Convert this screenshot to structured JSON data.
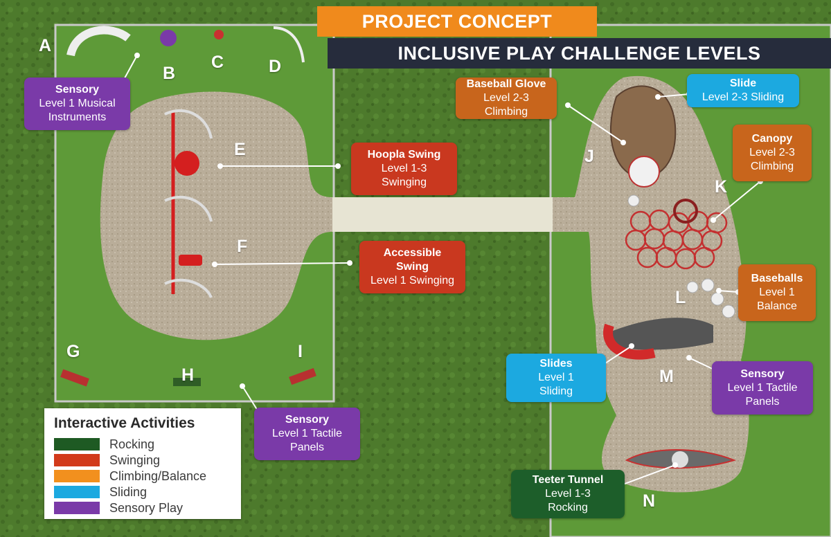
{
  "header": {
    "concept": "PROJECT CONCEPT",
    "title": "INCLUSIVE PLAY CHALLENGE LEVELS"
  },
  "letters": [
    "A",
    "B",
    "C",
    "D",
    "E",
    "F",
    "G",
    "H",
    "I",
    "J",
    "K",
    "L",
    "M",
    "N"
  ],
  "callouts": {
    "sensory_musical": {
      "title": "Sensory",
      "lines": [
        "Level 1 Musical",
        "Instruments"
      ]
    },
    "hoopla": {
      "title": "Hoopla Swing",
      "lines": [
        "Level 1-3",
        "Swinging"
      ]
    },
    "accessible": {
      "title": "Accessible",
      "title2": "Swing",
      "lines": [
        "Level 1 Swinging"
      ]
    },
    "sensory_left": {
      "title": "Sensory",
      "lines": [
        "Level 1 Tactile",
        "Panels"
      ]
    },
    "glove": {
      "title": "Baseball Glove",
      "lines": [
        "Level 2-3",
        "Climbing"
      ]
    },
    "slide": {
      "title": "Slide",
      "lines": [
        "Level 2-3 Sliding"
      ]
    },
    "canopy": {
      "title": "Canopy",
      "lines": [
        "Level 2-3",
        "Climbing"
      ]
    },
    "baseballs": {
      "title": "Baseballs",
      "lines": [
        "Level 1",
        "Balance"
      ]
    },
    "slides": {
      "title": "Slides",
      "lines": [
        "Level 1",
        "Sliding"
      ]
    },
    "sensory_right": {
      "title": "Sensory",
      "lines": [
        "Level 1 Tactile",
        "Panels"
      ]
    },
    "teeter": {
      "title": "Teeter Tunnel",
      "lines": [
        "Level 1-3",
        "Rocking"
      ]
    }
  },
  "legend": {
    "title": "Interactive Activities",
    "items": [
      {
        "label": "Rocking",
        "color": "#1e5a23"
      },
      {
        "label": "Swinging",
        "color": "#d23a1a"
      },
      {
        "label": "Climbing/Balance",
        "color": "#f2901e"
      },
      {
        "label": "Sliding",
        "color": "#1ca9e0"
      },
      {
        "label": "Sensory Play",
        "color": "#7a3aa8"
      }
    ]
  },
  "colors": {
    "grass": "#4d7a2c",
    "gravel": "#b8ac98",
    "orange_banner": "#f08a1c",
    "dark_banner": "#262c3c",
    "sensory": "#7a3aa8",
    "swing": "#c9381f",
    "climb": "#c8651c",
    "slide": "#1ca9e0",
    "rock": "#1d5e2a"
  }
}
